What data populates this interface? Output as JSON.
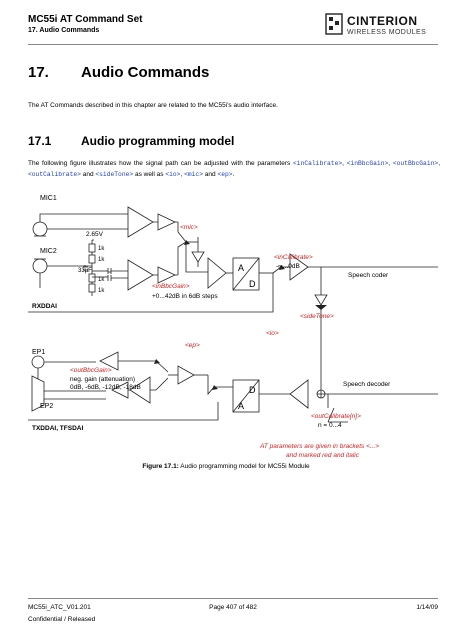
{
  "header": {
    "doc_title": "MC55i AT Command Set",
    "section": "17. Audio Commands",
    "logo_name": "CINTERION",
    "logo_tagline": "WIRELESS MODULES"
  },
  "chapter": {
    "number": "17.",
    "title": "Audio Commands",
    "intro": "The AT Commands described in this chapter are related to the MC55i's audio interface."
  },
  "section": {
    "number": "17.1",
    "title": "Audio programming model",
    "para_prefix": "The following figure illustrates how the signal path can be adjusted with the parameters",
    "params": [
      "<inCalibrate>",
      "<inBbcGain>",
      "<outBbcGain>",
      "<outCalibrate>",
      "<sideTone>",
      "<io>",
      "<mic>",
      "<ep>"
    ],
    "joiners": [
      ", ",
      ", ",
      ", ",
      " and ",
      " as well as ",
      ", ",
      " and ",
      "."
    ]
  },
  "diagram": {
    "mic1": "MIC1",
    "mic2": "MIC2",
    "v265": "2.65V",
    "r1k_1": "1k",
    "r1k_2": "1k",
    "r1k_3": "1k",
    "r1k_4": "1k",
    "cap": "33µF",
    "mic_param": "<mic>",
    "in_bbc_gain": "<inBbcGain>",
    "in_bbc_range": "+0...42dB in 6dB steps",
    "rxddai": "RXDDAI",
    "ad_a": "A",
    "ad_d": "D",
    "in_cal": "<inCalibrate>",
    "in_cal_range": "-∞...0dB",
    "speech_coder": "Speech coder",
    "side_tone": "<sideTone>",
    "io": "<io>",
    "ep": "<ep>",
    "ep1": "EP1",
    "ep2": "EP2",
    "out_bbc_gain": "<outBbcGain>",
    "out_gain_line1": "neg. gain (attenuation)",
    "out_gain_line2": "0dB, -6dB, -12dB, -18dB",
    "da_d": "D",
    "da_a": "A",
    "speech_decoder": "Speech decoder",
    "out_cal": "<outCalibrate[n]>",
    "out_cal_range": "n = 0...4",
    "txddai": "TXDDAI, TFSDAI",
    "note_line1": "AT parameters are given in brackets <...>",
    "note_line2": "and marked red and italic"
  },
  "caption": {
    "label": "Figure 17.1:",
    "text": "Audio programming model for MC55i Module"
  },
  "footer": {
    "doc_id": "MC55i_ATC_V01.201",
    "page": "Page 407 of 482",
    "date": "1/14/09",
    "confidential": "Confidential / Released"
  },
  "colors": {
    "param_blue": "#1f3fbf",
    "param_red": "#d42020",
    "diagram_line": "#222222"
  }
}
